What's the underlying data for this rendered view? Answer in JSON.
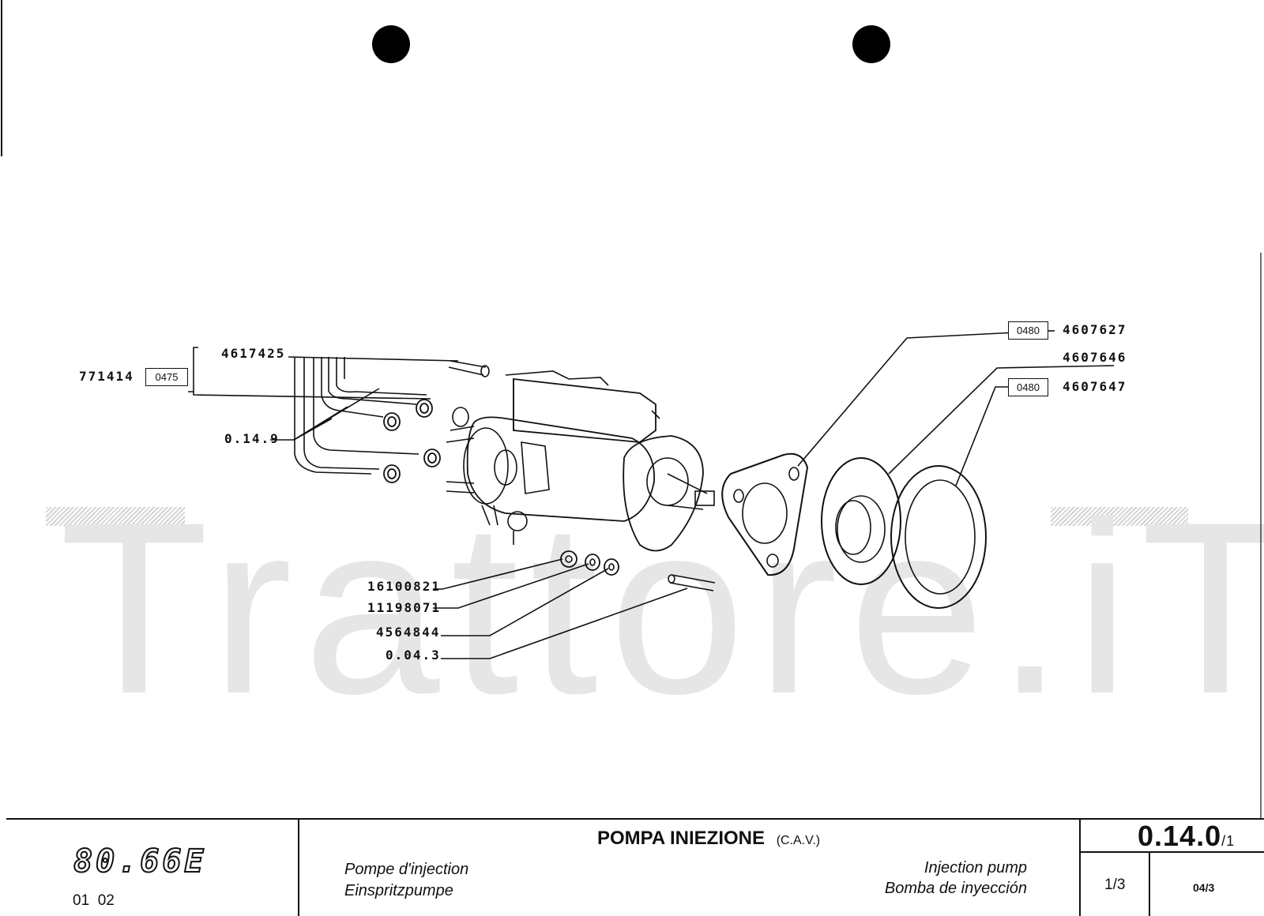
{
  "watermark": "Trattore.iT",
  "callouts": {
    "group_code": "771414",
    "group_box": "0475",
    "pipe_part": "4617425",
    "union_ref": "0.14.9",
    "nut": "16100821",
    "washer_a": "11198071",
    "washer_b": "4564844",
    "stud_ref": "0.04.3",
    "box_a": "0480",
    "part_a": "4607627",
    "part_b": "4607646",
    "box_c": "0480",
    "part_c": "4607647"
  },
  "title_block": {
    "model": "80.66E",
    "model_sub": "01  02",
    "title_main": "POMPA INIEZIONE",
    "title_sub": "(C.A.V.)",
    "fr": "Pompe d'injection",
    "de": "Einspritzpumpe",
    "en": "Injection pump",
    "es": "Bomba de inyección",
    "ref_main": "0.14.0",
    "ref_sheet": "/1",
    "page": "1/3",
    "edition": "04/3"
  }
}
